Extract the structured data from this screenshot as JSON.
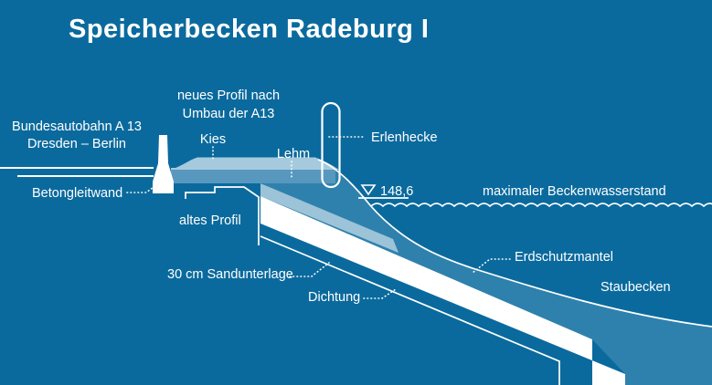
{
  "title": "Speicherbecken Radeburg I",
  "labels": {
    "autobahn_line1": "Bundesautobahn A 13",
    "autobahn_line2": "Dresden – Berlin",
    "neues_profil_line1": "neues Profil nach",
    "neues_profil_line2": "Umbau der A13",
    "kies": "Kies",
    "lehm": "Lehm",
    "erlenhecke": "Erlenhecke",
    "betongleitwand": "Betongleitwand",
    "altes_profil": "altes Profil",
    "sandunterlage": "30 cm Sandunterlage",
    "dichtung": "Dichtung",
    "wasserstand_value": "148,6",
    "max_wasserstand": "maximaler Beckenwasserstand",
    "erdschutzmantel": "Erdschutzmantel",
    "staubecken": "Staubecken"
  },
  "colors": {
    "background": "#0b6a9d",
    "earth_mantle_medium": "#2f81ad",
    "lehm_layer": "#5898bf",
    "kies_layer_light": "#a6cadd",
    "lines_and_seal": "#ffffff"
  }
}
